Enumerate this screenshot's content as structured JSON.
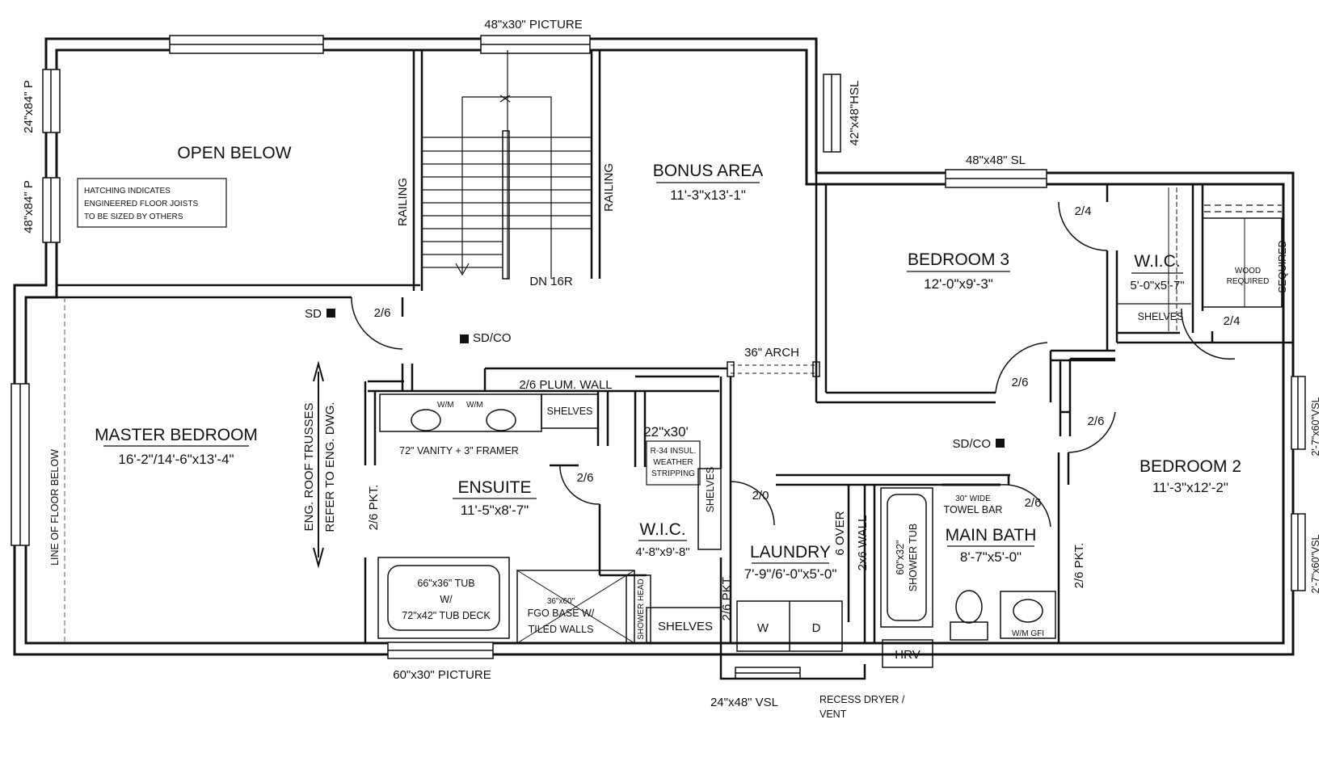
{
  "rooms": {
    "open_below": {
      "name": "OPEN BELOW"
    },
    "bonus": {
      "name": "BONUS AREA",
      "dim": "11'-3\"x13'-1\""
    },
    "bedroom3": {
      "name": "BEDROOM 3",
      "dim": "12'-0\"x9'-3\""
    },
    "wic_b3": {
      "name": "W.I.C.",
      "dim": "5'-0\"x5'-7\""
    },
    "master": {
      "name": "MASTER BEDROOM",
      "dim": "16'-2\"/14'-6\"x13'-4\""
    },
    "ensuite": {
      "name": "ENSUITE",
      "dim": "11'-5\"x8'-7\""
    },
    "wic_master": {
      "name": "W.I.C.",
      "dim": "4'-8\"x9'-8\""
    },
    "laundry": {
      "name": "LAUNDRY",
      "dim": "7'-9\"/6'-0\"x5'-0\""
    },
    "main_bath": {
      "name": "MAIN BATH",
      "dim": "8'-7\"x5'-0\""
    },
    "bedroom2": {
      "name": "BEDROOM 2",
      "dim": "11'-3\"x12'-2\""
    }
  },
  "windows": {
    "top_picture": "48\"x30\" PICTURE",
    "left_upper": "24\"x84\" P",
    "left_lower": "48\"x84\" P",
    "bonus_right": "42\"x48\"HSL",
    "bed3_top": "48\"x48\" SL",
    "bed2_right_upper": "2'-7\"x60\"VSL",
    "bed2_right_lower": "2'-7\"x60\"VSL",
    "bottom_picture": "60\"x30\" PICTURE",
    "laundry_bottom": "24\"x48\" VSL"
  },
  "notes": {
    "hatching": [
      "HATCHING INDICATES",
      "ENGINEERED FLOOR JOISTS",
      "TO BE SIZED BY OTHERS"
    ],
    "railing_left": "RAILING",
    "railing_right": "RAILING",
    "stairs": "DN 16R",
    "trusses_1": "ENG. ROOF TRUSSES",
    "trusses_2": "REFER TO ENG. DWG.",
    "line_floor": "LINE OF FLOOR BELOW",
    "plum_wall": "2/6 PLUM. WALL",
    "vanity": "72\" VANITY + 3\" FRAMER",
    "wm_left": "W/M",
    "wm_right": "W/M",
    "attic_hatch": "22\"x30'",
    "insul": [
      "R-34 INSUL.",
      "WEATHER",
      "STRIPPING"
    ],
    "tub": [
      "66\"x36\" TUB",
      "W/",
      "72\"x42\" TUB DECK"
    ],
    "shower": [
      "36\"x60\"",
      "FGO BASE W/",
      "TILED WALLS"
    ],
    "shower_head": "SHOWER HEAD",
    "arch": "36\" ARCH",
    "sd": "SD",
    "sdco": "SD/CO",
    "sdco2": "SD/CO",
    "over": "6 OVER",
    "wall_2x6": "2x6 WALL",
    "washer": "W",
    "dryer": "D",
    "hrv": "HRV",
    "recess": [
      "RECESS DRYER /",
      "VENT"
    ],
    "towel_bar": [
      "30\" WIDE",
      "TOWEL BAR"
    ],
    "shower_tub": [
      "60\"x32\"",
      "SHOWER TUB"
    ],
    "wm_gfi": "W/M  GFI",
    "wood": [
      "WOOD",
      "REQUIRED"
    ],
    "sequired": "SEQUIRED"
  },
  "shelves": {
    "wic_b3": "SHELVES",
    "ensuite": "SHELVES",
    "wic_vertical": "SHELVES",
    "wic_bottom": "SHELVES"
  },
  "doors": {
    "master": "2/6",
    "ensuite": "2/6",
    "bed3": "2/6",
    "bed2": "2/6",
    "bath": "2/6",
    "wic_b3": "2/4",
    "wic_b3_b": "2/4",
    "laundry": "2/0",
    "pkt_ensuite": "2/6 PKT.",
    "pkt_wic": "2/6 PKT.",
    "pkt_bed2": "2/6 PKT."
  }
}
